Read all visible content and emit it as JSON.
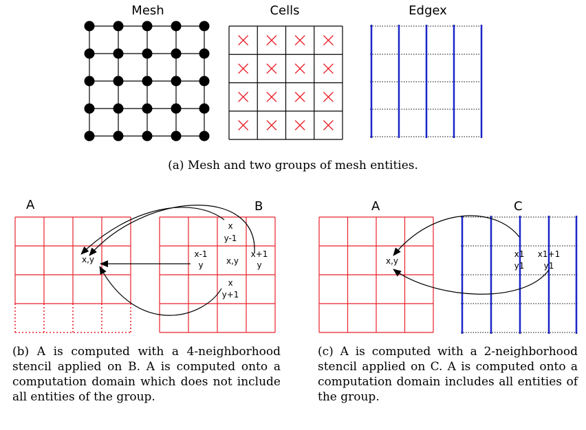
{
  "panel_a": {
    "mesh_title": "Mesh",
    "cells_title": "Cells",
    "edgex_title": "Edgex",
    "caption": "(a) Mesh and two groups of mesh entities."
  },
  "panel_b": {
    "label_a": "A",
    "label_b": "B",
    "target": "x,y",
    "center": "x,y",
    "top_l1": "x",
    "top_l2": "y-1",
    "left_l1": "x-1",
    "left_l2": "y",
    "right_l1": "x+1",
    "right_l2": "y",
    "bottom_l1": "x",
    "bottom_l2": "y+1",
    "caption": "(b) A is computed with a 4-neighborhood stencil applied on B. A is computed onto a computation domain which does not include all entities of the group."
  },
  "panel_c": {
    "label_a": "A",
    "label_c": "C",
    "target": "x,y",
    "left_l1": "x1",
    "left_l2": "y1",
    "right_l1": "x1+1",
    "right_l2": "y1",
    "caption": "(c) A is computed with a 2-neighborhood stencil applied on C. A is computed onto a computation domain includes all entities of the group."
  },
  "colors": {
    "grid_red": "#e8202a",
    "edge_blue": "#1a25c8",
    "cross_red": "#e8202a",
    "ink": "#000000"
  }
}
